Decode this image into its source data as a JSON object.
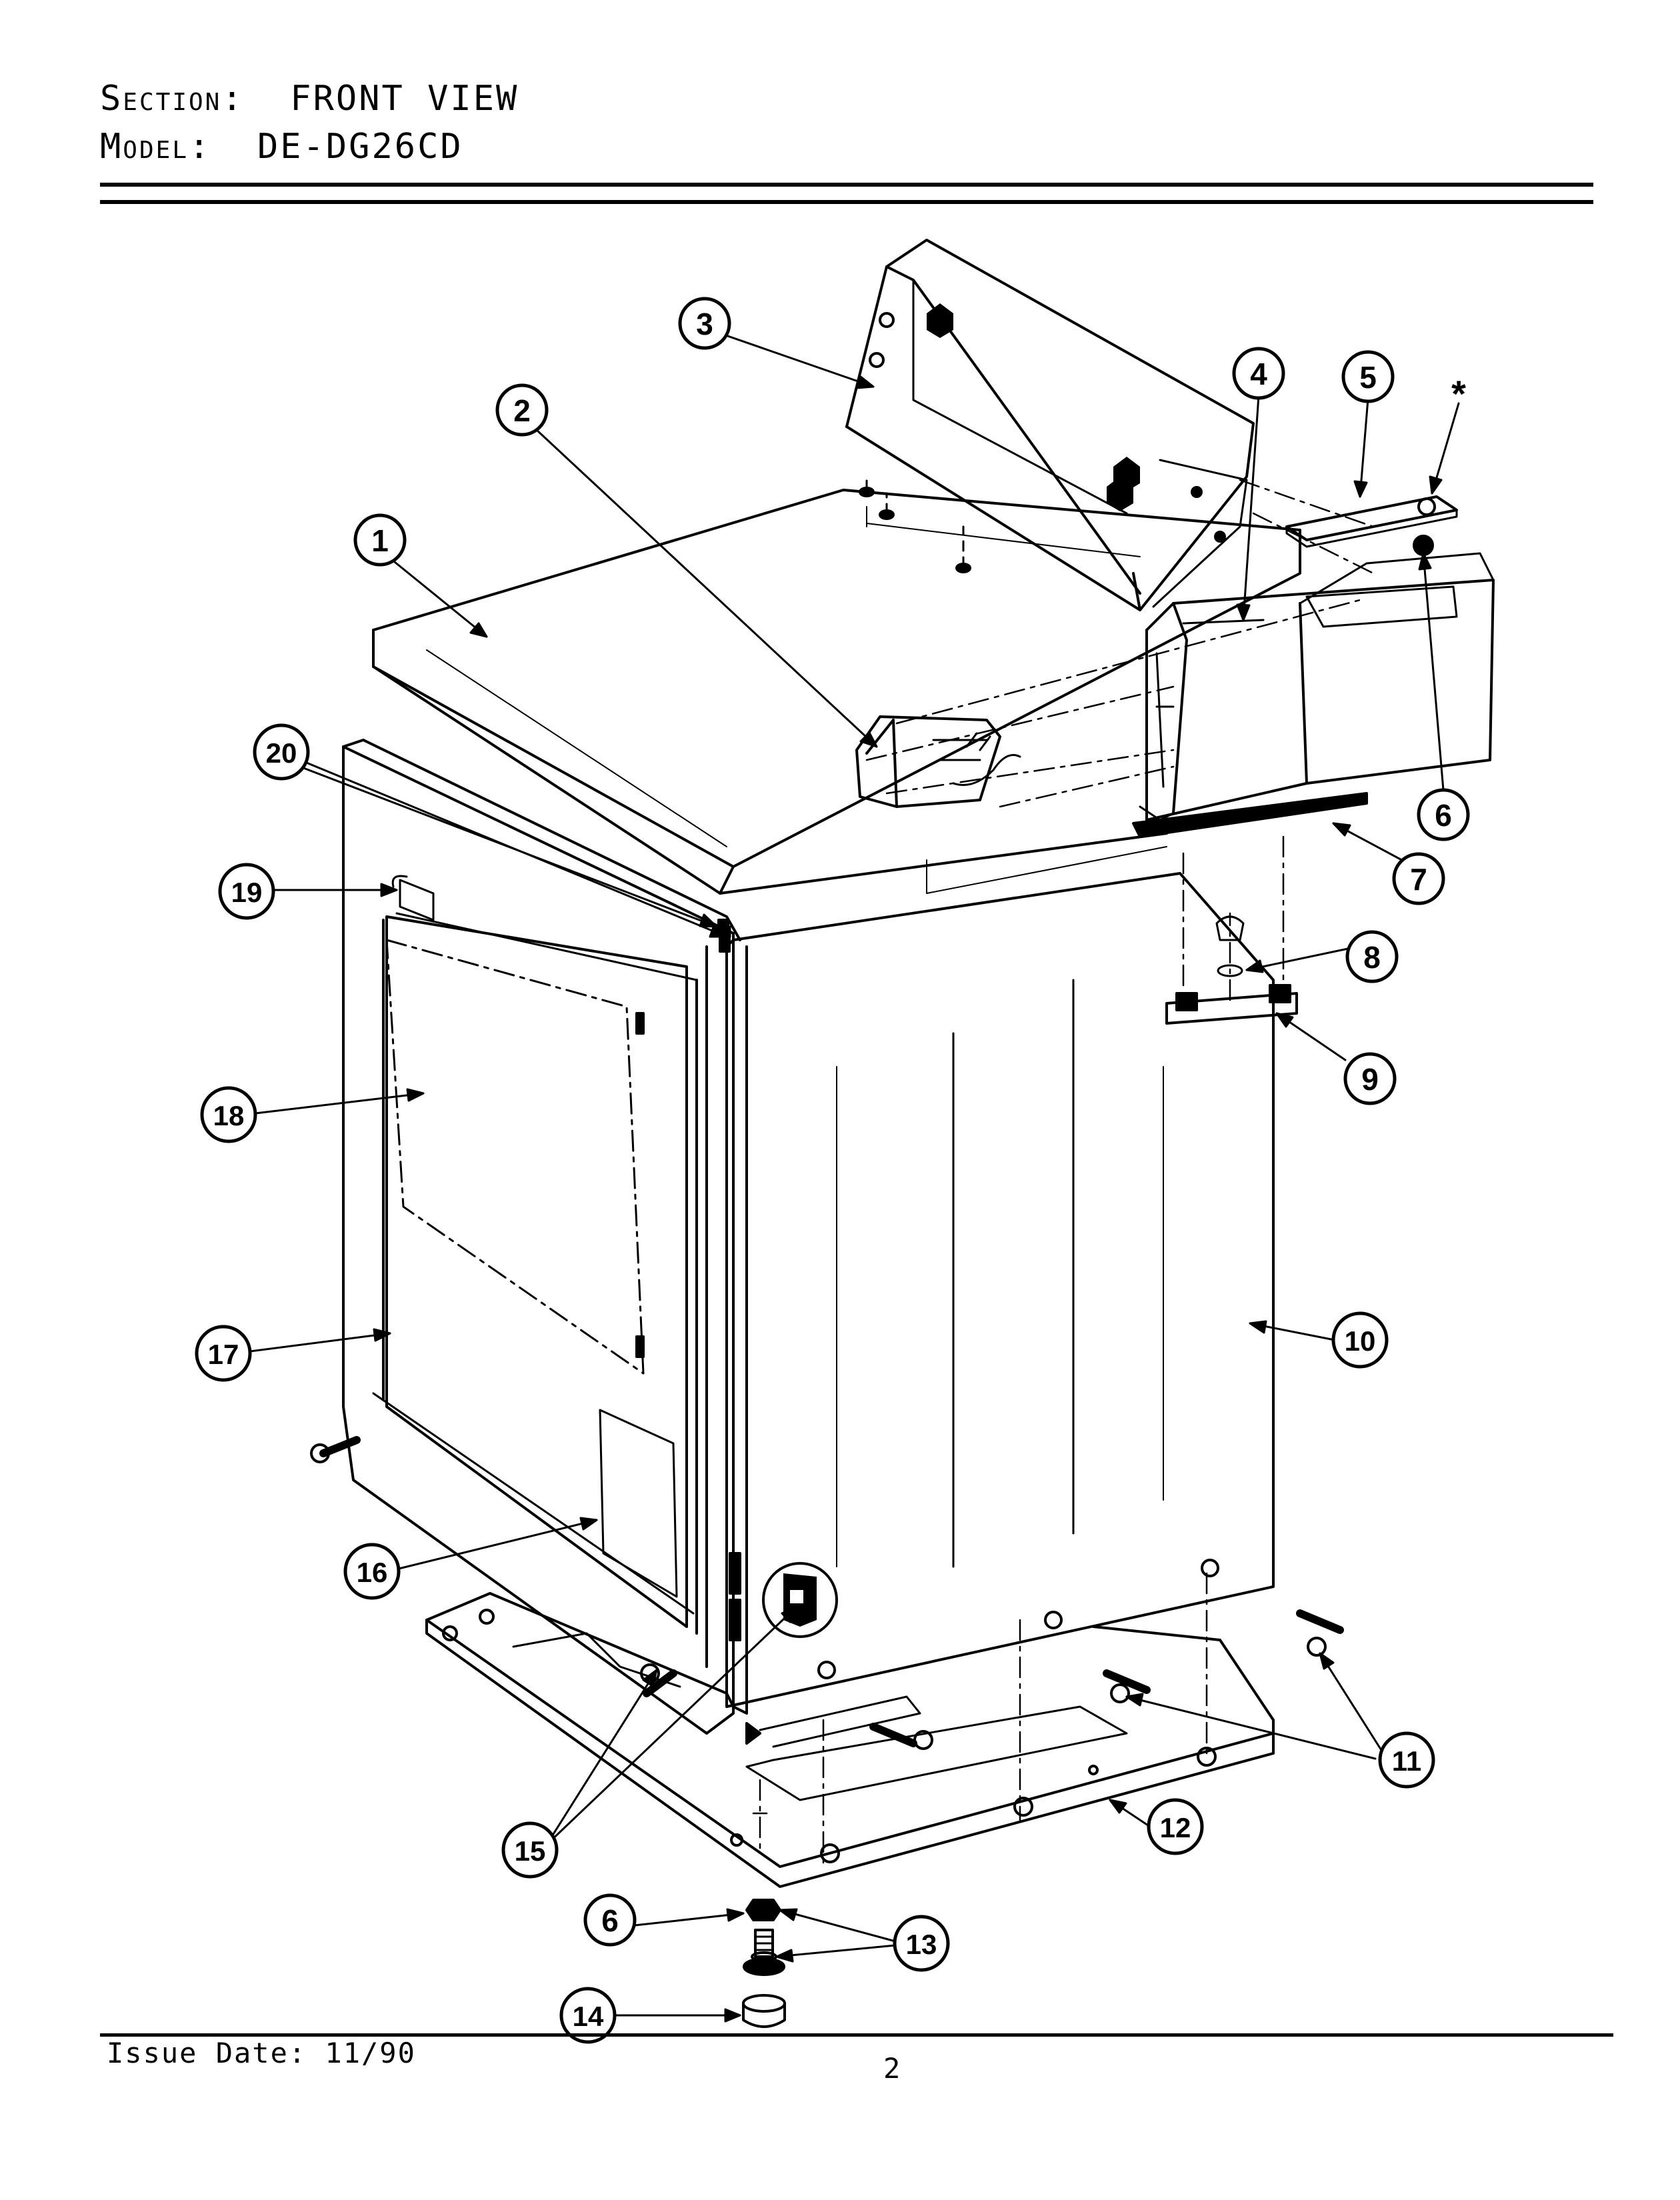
{
  "header": {
    "section_label": "Section:",
    "section_value": "FRONT VIEW",
    "model_label": "Model:",
    "model_value": "DE-DG26CD"
  },
  "callouts": [
    "1",
    "2",
    "3",
    "4",
    "5",
    "6",
    "7",
    "8",
    "9",
    "10",
    "11",
    "12",
    "13",
    "14",
    "15",
    "16",
    "17",
    "18",
    "19",
    "20"
  ],
  "asterisk": "*",
  "footer": {
    "issue_date": "Issue Date: 11/90",
    "page_number": "2"
  }
}
